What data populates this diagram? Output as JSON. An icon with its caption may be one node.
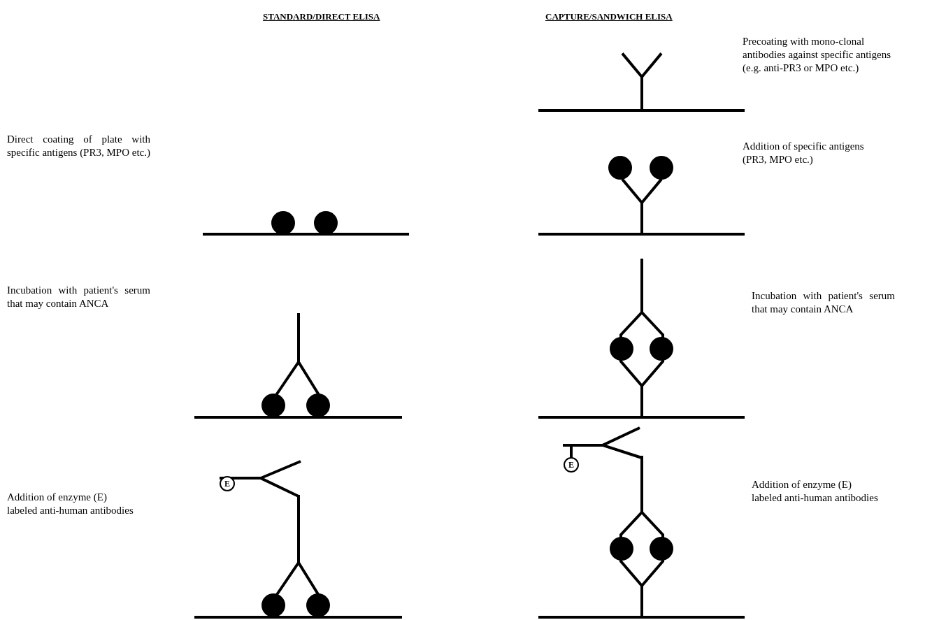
{
  "diagram": {
    "labels": [
      "STANDARD/DIRECT ELISA",
      "CAPTURE/SANDWICH ELISA",
      "Precoating with mono-clonal antibodies against specific antigens (e.g. anti-PR3 or MPO etc.)",
      "Direct coating of plate with specific antigens (PR3, MPO etc.)",
      "Addition of specific antigens (PR3, MPO etc.)",
      "Incubation with patient's serum that may contain ANCA",
      "Incubation with patient's serum that may contain ANCA",
      "Addition of enzyme (E) labeled anti-human antibodies",
      "E",
      "Addition of enzyme (E) labeled anti-human antibodies",
      "E"
    ]
  }
}
